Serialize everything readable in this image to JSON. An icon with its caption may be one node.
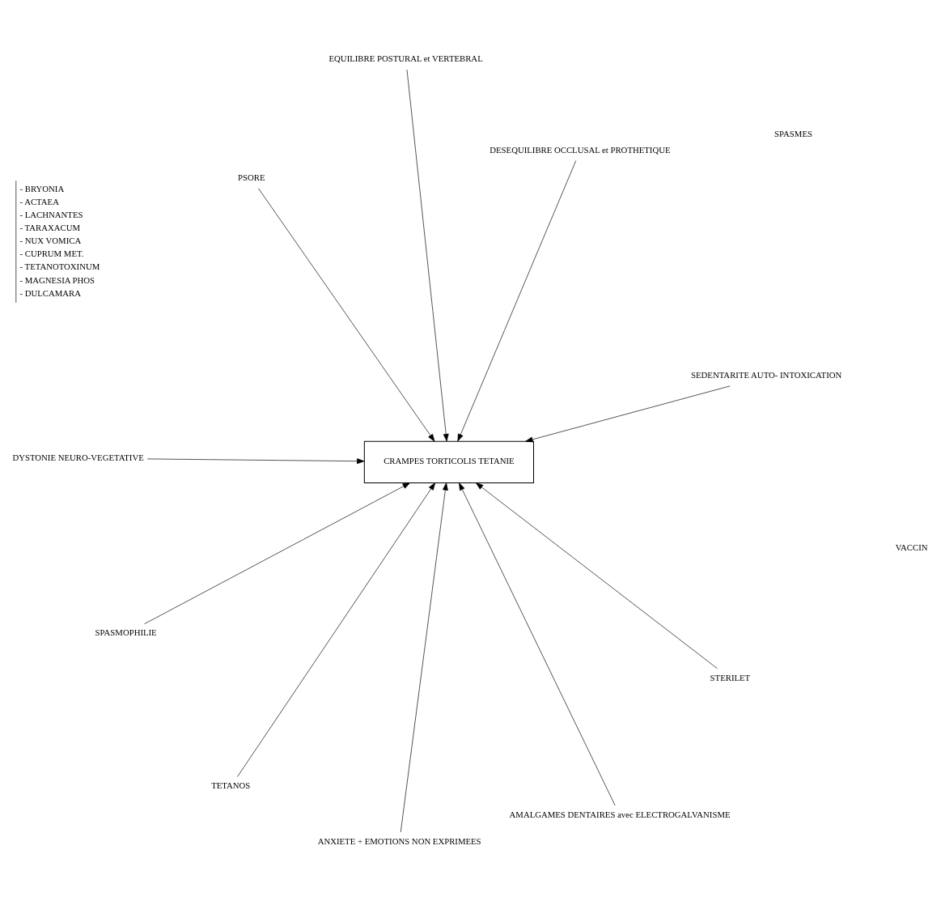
{
  "diagram": {
    "nodes": [
      {
        "text": [
          "DYSTONIE NEURO-VEGETATIVE"
        ]
      },
      {
        "text": [
          "SEDENTARITE AUTO- INTOXICATION"
        ]
      },
      {
        "text": [
          "ANXIETE + EMOTIONS NON EXPRIMEES"
        ]
      },
      {
        "text": [
          "EQUILIBRE POSTURAL et VERTEBRAL"
        ]
      },
      {
        "text": [
          "DESEQUILIBRE OCCLUSAL et PROTHETIQUE"
        ]
      },
      {
        "text": [
          "PSORE"
        ]
      },
      {
        "text": [
          "TETANOS"
        ]
      },
      {
        "text": [
          "CRAMPES TORTICOLIS TETANIE"
        ]
      },
      {
        "text": [
          "SPASMOPHILIE"
        ]
      },
      {
        "text": [
          "STERILET"
        ]
      },
      {
        "text": [
          "AMALGAMES DENTAIRES avec ELECTROGALVANISME"
        ]
      }
    ],
    "edges": [
      {
        "from": 0,
        "to": 7,
        "arrow": "to"
      },
      {
        "from": 1,
        "to": 7,
        "arrow": "to"
      },
      {
        "from": 2,
        "to": 7,
        "arrow": "to"
      },
      {
        "from": 3,
        "to": 7,
        "arrow": "to"
      },
      {
        "from": 4,
        "to": 7,
        "arrow": "to"
      },
      {
        "from": 5,
        "to": 7,
        "arrow": "to"
      },
      {
        "from": 6,
        "to": 7,
        "arrow": "to"
      },
      {
        "from": 8,
        "to": 7,
        "arrow": "to"
      },
      {
        "from": 10,
        "to": 7,
        "arrow": "to"
      },
      {
        "from": 9,
        "to": 7,
        "arrow": "to"
      }
    ],
    "labels": [
      "- BRYONIA",
      "- ACTAEA",
      "- LACHNANTES",
      "- TARAXACUM",
      "- NUX VOMICA",
      "- CUPRUM MET.",
      "- TETANOTOXINUM",
      "- MAGNESIA PHOS",
      "- DULCAMARA",
      "VACCIN",
      "SPASMES"
    ]
  }
}
